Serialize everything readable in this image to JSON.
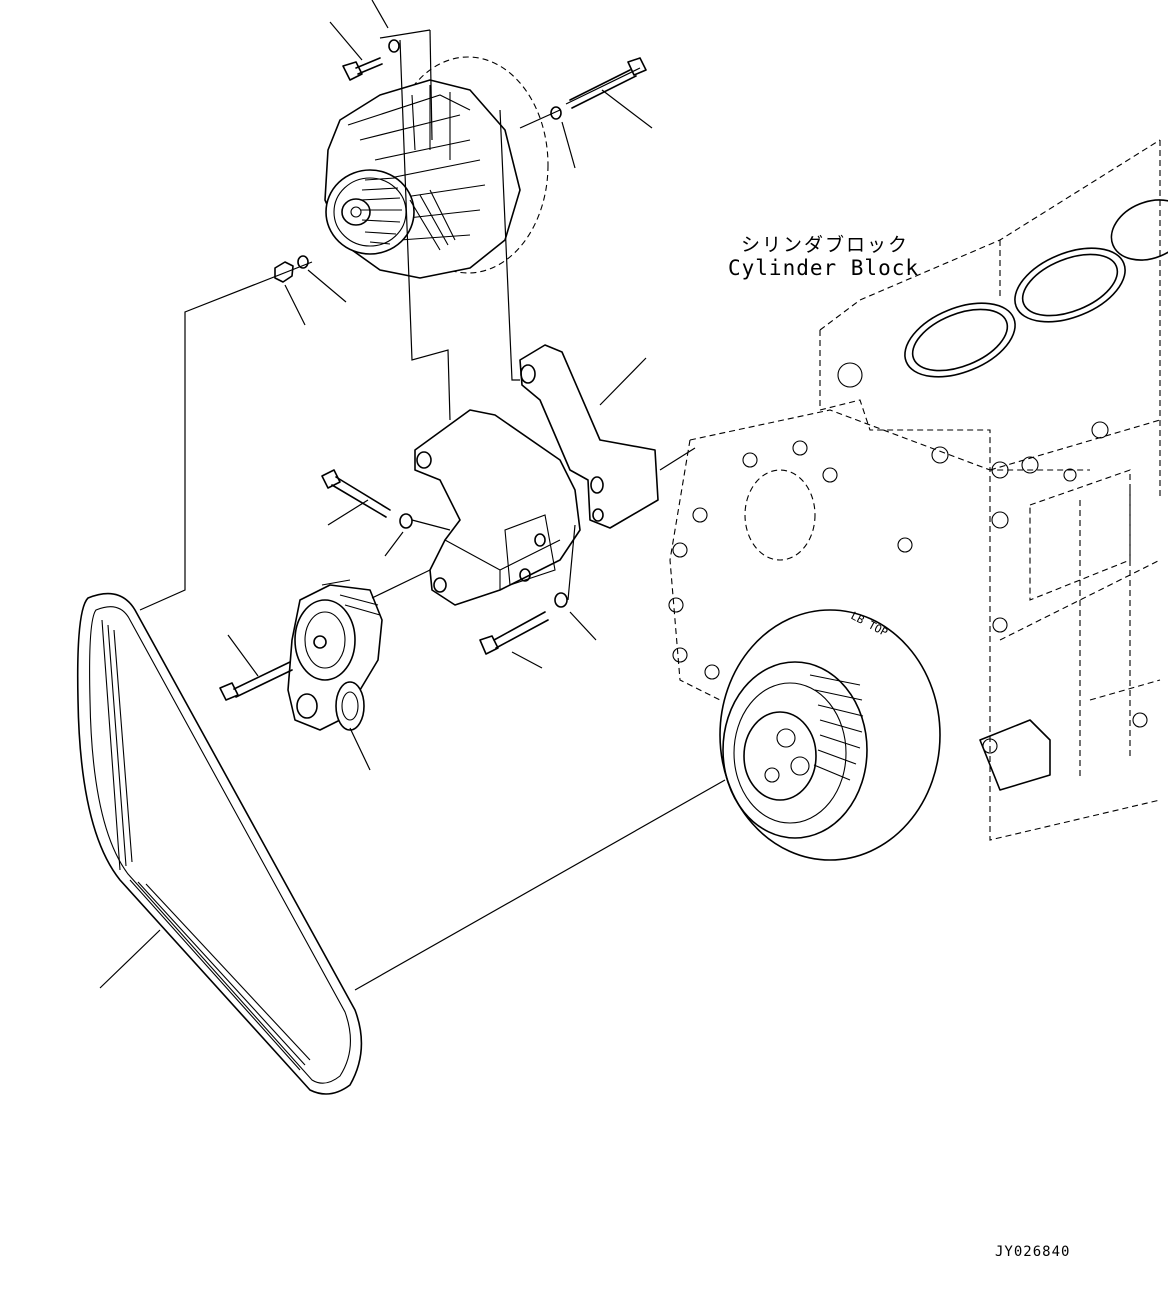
{
  "labels": {
    "cylinder_block_jp": "シリンダブロック",
    "cylinder_block_en": "Cylinder Block"
  },
  "drawing_id": "JY026840",
  "engraving": "LB TOP",
  "colors": {
    "ink": "#000000",
    "paper": "#ffffff"
  }
}
